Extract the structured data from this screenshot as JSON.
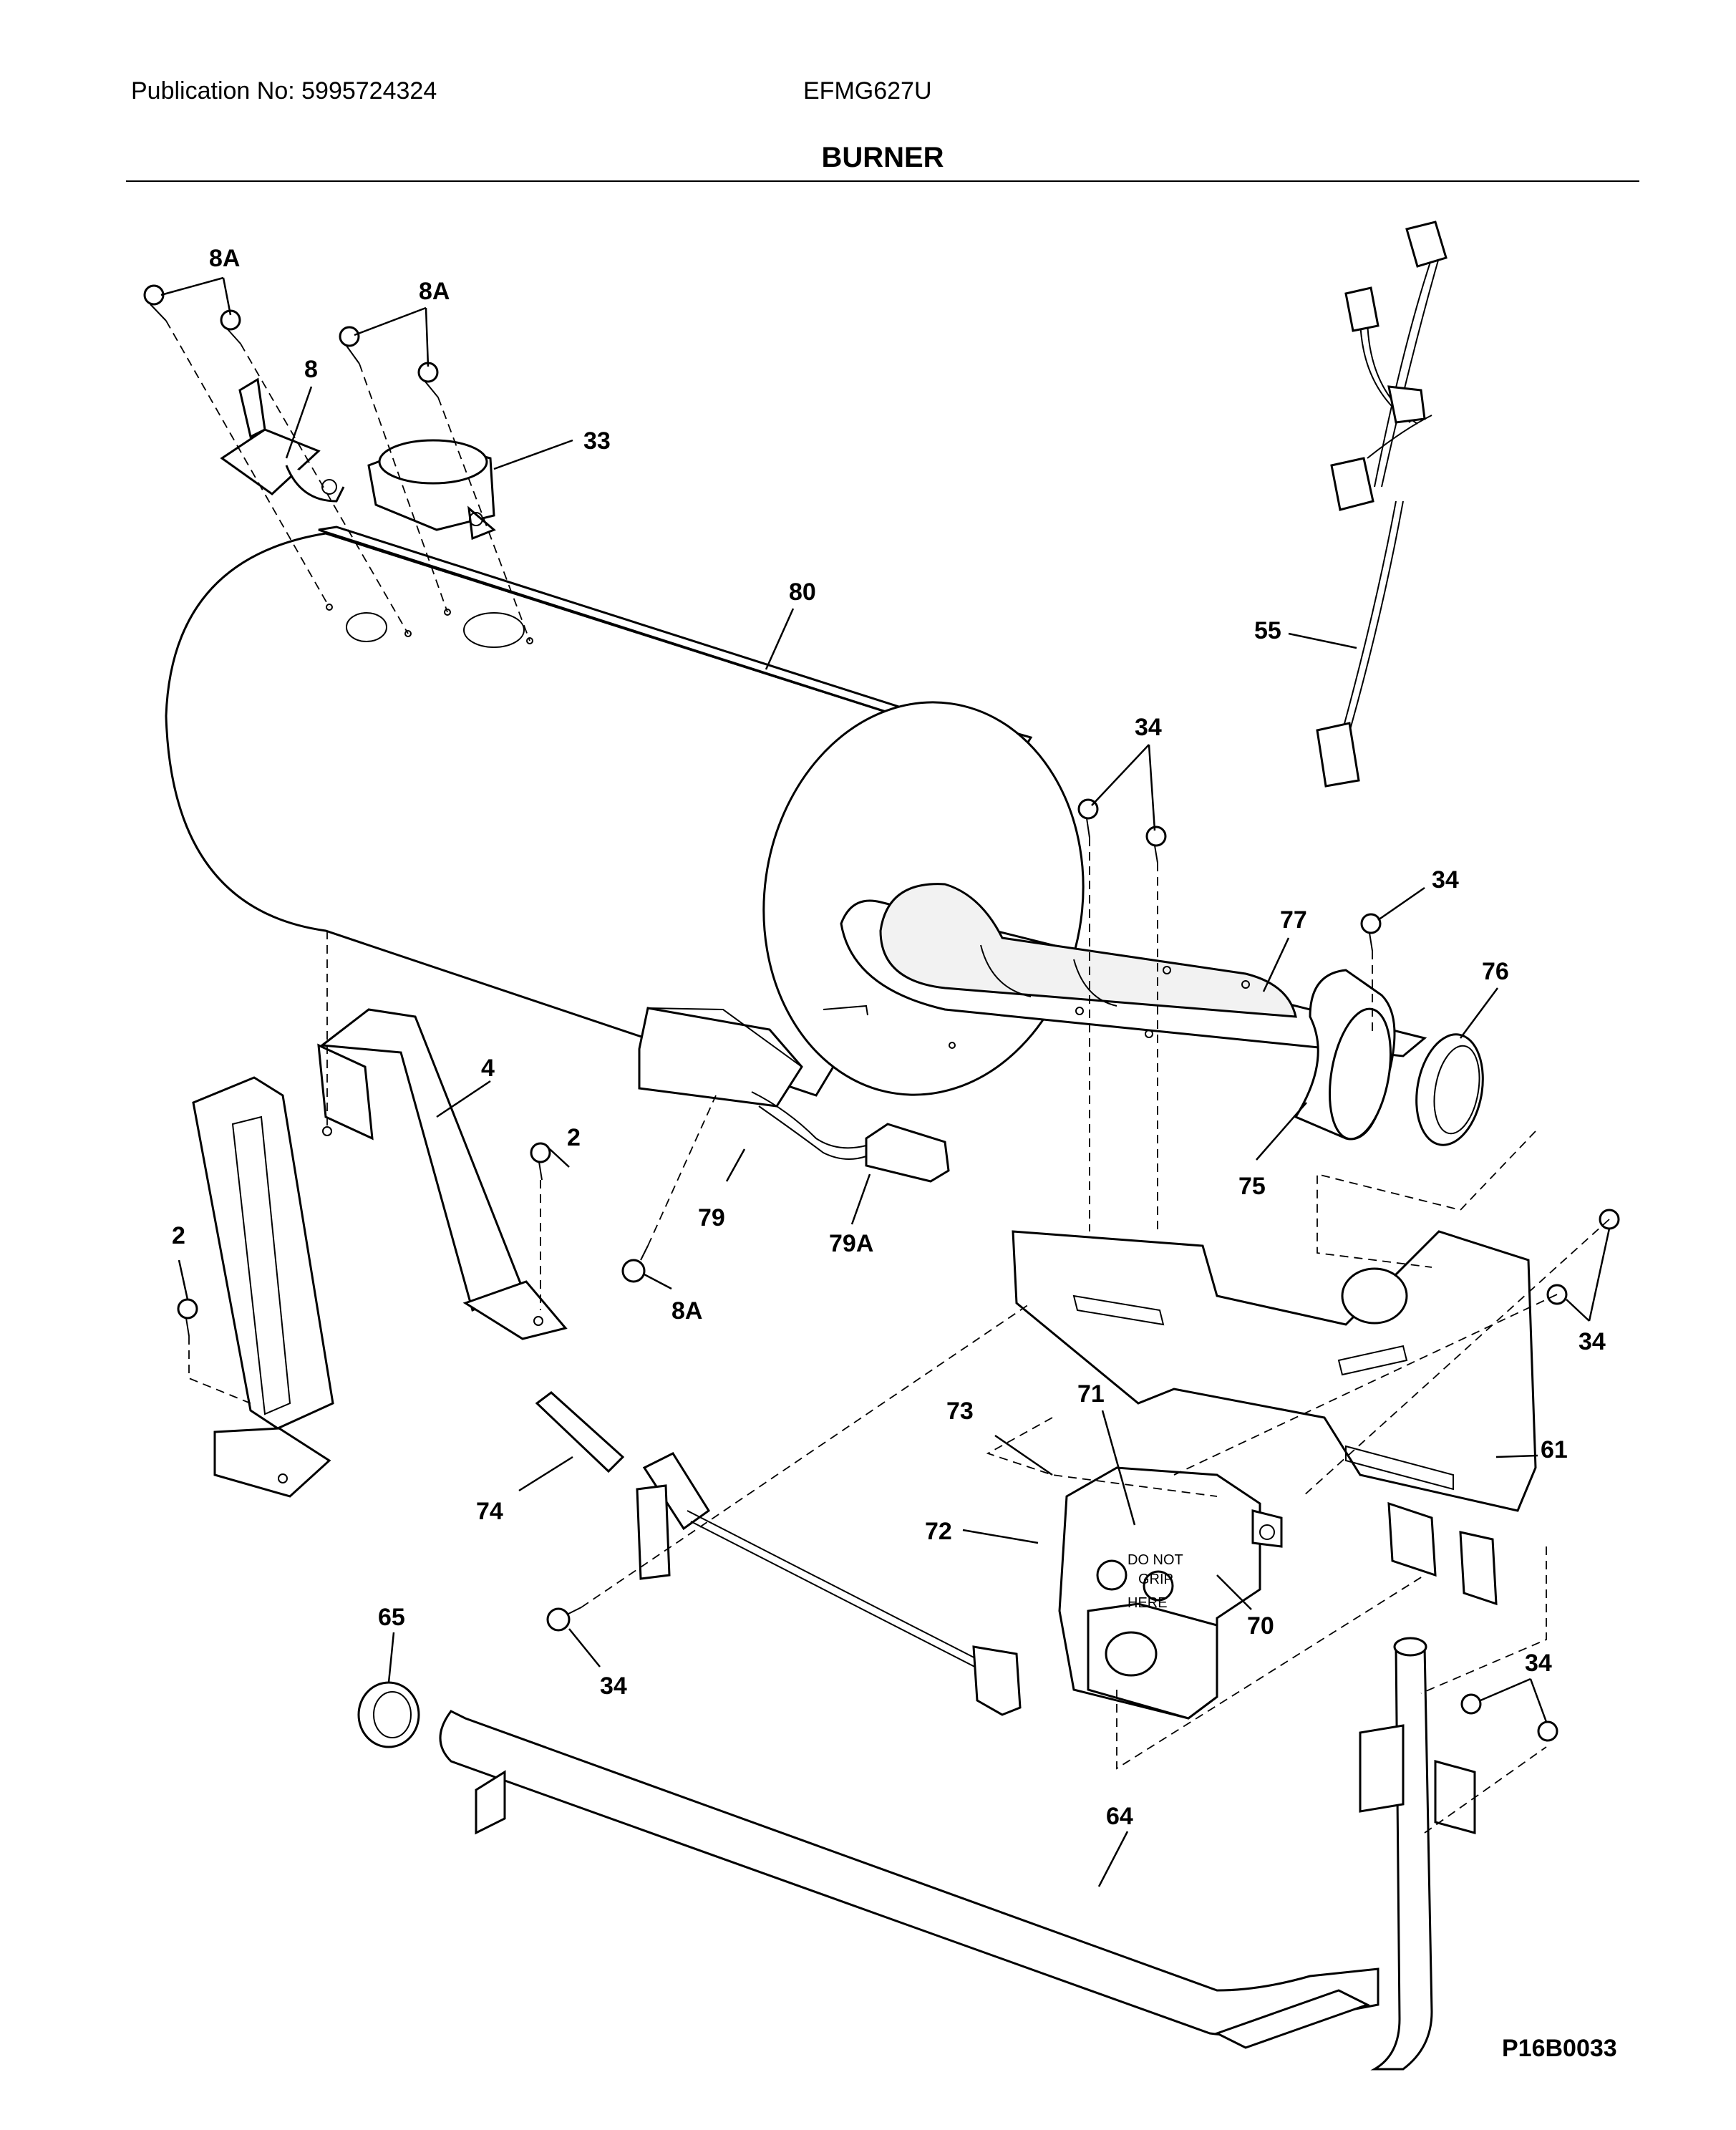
{
  "header": {
    "publication": "Publication No: 5995724324",
    "model": "EFMG627U",
    "section_title": "BURNER"
  },
  "footer": {
    "figure_id": "P16B0033"
  },
  "callouts": [
    {
      "id": "c-8A-a",
      "label": "8A"
    },
    {
      "id": "c-8A-b",
      "label": "8A"
    },
    {
      "id": "c-8",
      "label": "8"
    },
    {
      "id": "c-33",
      "label": "33"
    },
    {
      "id": "c-80",
      "label": "80"
    },
    {
      "id": "c-55",
      "label": "55"
    },
    {
      "id": "c-34-a",
      "label": "34"
    },
    {
      "id": "c-34-b",
      "label": "34"
    },
    {
      "id": "c-77",
      "label": "77"
    },
    {
      "id": "c-76",
      "label": "76"
    },
    {
      "id": "c-4",
      "label": "4"
    },
    {
      "id": "c-2-a",
      "label": "2"
    },
    {
      "id": "c-2-b",
      "label": "2"
    },
    {
      "id": "c-79",
      "label": "79"
    },
    {
      "id": "c-79A",
      "label": "79A"
    },
    {
      "id": "c-75",
      "label": "75"
    },
    {
      "id": "c-8A-c",
      "label": "8A"
    },
    {
      "id": "c-34-c",
      "label": "34"
    },
    {
      "id": "c-73",
      "label": "73"
    },
    {
      "id": "c-71",
      "label": "71"
    },
    {
      "id": "c-61",
      "label": "61"
    },
    {
      "id": "c-74",
      "label": "74"
    },
    {
      "id": "c-72",
      "label": "72"
    },
    {
      "id": "c-70",
      "label": "70"
    },
    {
      "id": "c-65",
      "label": "65"
    },
    {
      "id": "c-34-d",
      "label": "34"
    },
    {
      "id": "c-34-e",
      "label": "34"
    },
    {
      "id": "c-64",
      "label": "64"
    }
  ],
  "valve_text": {
    "line1": "DO NOT",
    "line2": "GRIP",
    "line3": "HERE"
  }
}
